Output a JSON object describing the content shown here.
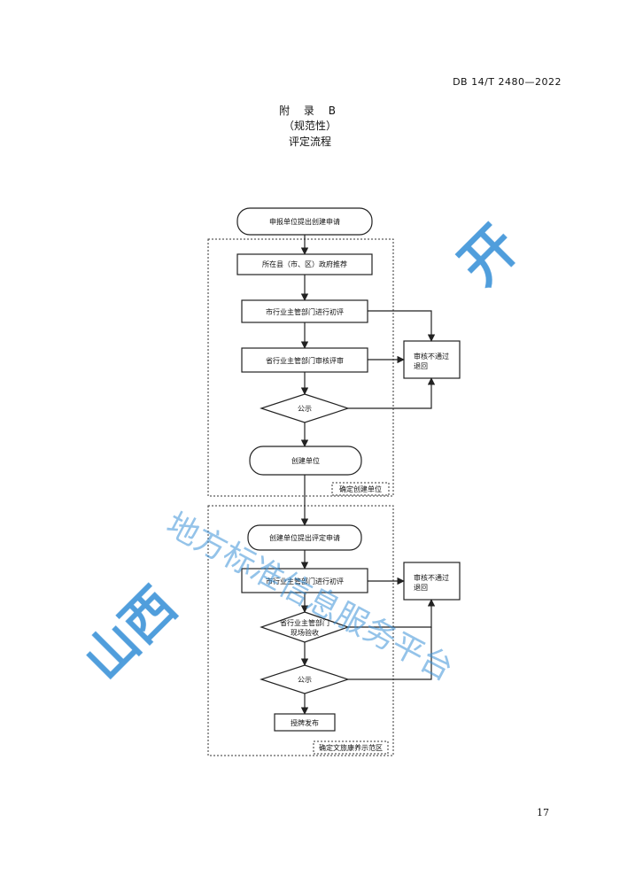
{
  "header": {
    "doc_code": "DB 14/T 2480—2022"
  },
  "title": {
    "appendix": "附 录 B",
    "nature": "（规范性）",
    "name": "评定流程"
  },
  "flow": {
    "apply_create": "申报单位提出创建申请",
    "county_recommend": "所在县（市、区）政府推荐",
    "city_review_1": "市行业主管部门进行初评",
    "province_review": "省行业主管部门审核评审",
    "publicity_1": "公示",
    "create_unit": "创建单位",
    "group_label_1": "确定创建单位",
    "reject_1_line1": "审核不通过",
    "reject_1_line2": "退回",
    "apply_evaluate": "创建单位提出评定申请",
    "city_review_2": "市行业主管部门进行初评",
    "province_accept_line1": "省行业主管部门",
    "province_accept_line2": "现场验收",
    "publicity_2": "公示",
    "award": "授牌发布",
    "group_label_2": "确定文旅康养示范区",
    "reject_2_line1": "审核不通过",
    "reject_2_line2": "退回"
  },
  "watermark": {
    "line1": "山西",
    "line2": "开",
    "line3": "地方标准信息服务平台"
  },
  "footer": {
    "page_number": "17"
  }
}
